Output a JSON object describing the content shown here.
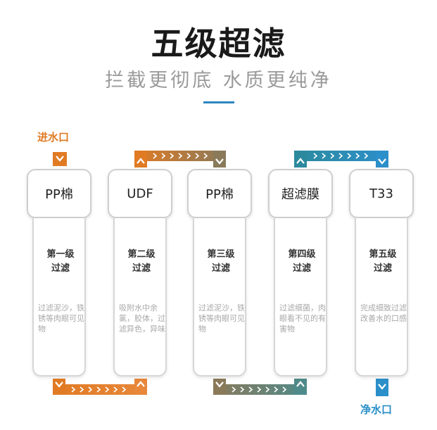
{
  "header": {
    "title": "五级超滤",
    "subtitle": "拦截更彻底 水质更纯净"
  },
  "ports": {
    "inlet": "进水口",
    "outlet": "净水口"
  },
  "stages": [
    {
      "name": "PP棉",
      "stage_line1": "第一级",
      "stage_line2": "过滤",
      "description": "过滤泥沙，铁锈等肉眼可见物"
    },
    {
      "name": "UDF",
      "stage_line1": "第二级",
      "stage_line2": "过滤",
      "description": "吸附水中余氯，胶体，过滤异色，异味"
    },
    {
      "name": "PP棉",
      "stage_line1": "第三级",
      "stage_line2": "过滤",
      "description": "过滤泥沙，铁锈等肉眼可见物"
    },
    {
      "name": "超滤膜",
      "stage_line1": "第四级",
      "stage_line2": "过滤",
      "description": "过滤细菌，肉眼看不见的有害物"
    },
    {
      "name": "T33",
      "stage_line1": "第五级",
      "stage_line2": "过滤",
      "description": "完成细致过滤改善水的口感"
    }
  ],
  "colors": {
    "inlet_orange": "#e07b24",
    "brown_grey": "#8a7a5a",
    "teal_grey": "#5f8a8a",
    "outlet_blue": "#2b8fc9",
    "accent_rule": "#2e86c1"
  },
  "icons": {
    "flow_direction": "chevron-right-icon",
    "flow_down": "chevron-down-icon",
    "flow_up": "chevron-up-icon"
  }
}
